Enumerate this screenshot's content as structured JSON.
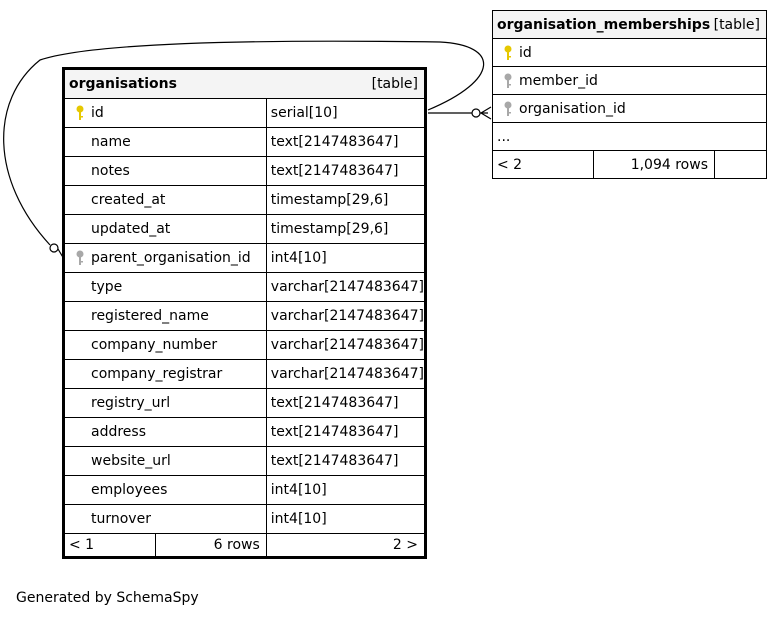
{
  "organisations": {
    "name": "organisations",
    "type": "[table]",
    "columns": [
      {
        "name": "id",
        "type": "serial[10]",
        "key": "primary"
      },
      {
        "name": "name",
        "type": "text[2147483647]",
        "key": ""
      },
      {
        "name": "notes",
        "type": "text[2147483647]",
        "key": ""
      },
      {
        "name": "created_at",
        "type": "timestamp[29,6]",
        "key": ""
      },
      {
        "name": "updated_at",
        "type": "timestamp[29,6]",
        "key": ""
      },
      {
        "name": "parent_organisation_id",
        "type": "int4[10]",
        "key": "foreign"
      },
      {
        "name": "type",
        "type": "varchar[2147483647]",
        "key": ""
      },
      {
        "name": "registered_name",
        "type": "varchar[2147483647]",
        "key": ""
      },
      {
        "name": "company_number",
        "type": "varchar[2147483647]",
        "key": ""
      },
      {
        "name": "company_registrar",
        "type": "varchar[2147483647]",
        "key": ""
      },
      {
        "name": "registry_url",
        "type": "text[2147483647]",
        "key": ""
      },
      {
        "name": "address",
        "type": "text[2147483647]",
        "key": ""
      },
      {
        "name": "website_url",
        "type": "text[2147483647]",
        "key": ""
      },
      {
        "name": "employees",
        "type": "int4[10]",
        "key": ""
      },
      {
        "name": "turnover",
        "type": "int4[10]",
        "key": ""
      }
    ],
    "footer": {
      "parents": "< 1",
      "rows": "6 rows",
      "children": "2 >"
    }
  },
  "organisation_memberships": {
    "name": "organisation_memberships",
    "type": "[table]",
    "columns": [
      {
        "name": "id",
        "key": "primary"
      },
      {
        "name": "member_id",
        "key": "foreign"
      },
      {
        "name": "organisation_id",
        "key": "foreign"
      }
    ],
    "more": "...",
    "footer": {
      "parents": "< 2",
      "rows": "1,094 rows",
      "children": ""
    }
  },
  "colors": {
    "primary_key": "#e6c800",
    "foreign_key": "#a8a8a8",
    "header_bg": "#f4f4f4"
  },
  "footer_note": "Generated by SchemaSpy"
}
